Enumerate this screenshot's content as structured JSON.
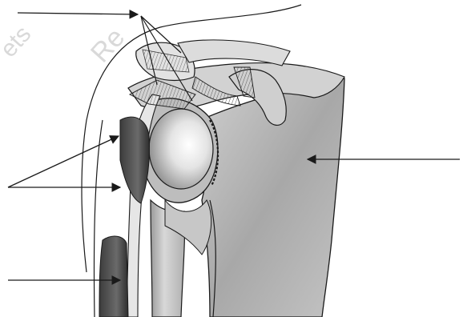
{
  "watermark": {
    "left_text": "ets",
    "right_text": "Re"
  },
  "labels": [
    {
      "id": "label-top",
      "text": ""
    },
    {
      "id": "label-right",
      "text": ""
    },
    {
      "id": "label-left-middle",
      "text": ""
    },
    {
      "id": "label-left-bottom",
      "text": ""
    }
  ],
  "colors": {
    "line": "#1a1a1a",
    "shade_dark": "#4a4a4a",
    "shade_mid": "#8c8c8c",
    "shade_light": "#c8c8c8",
    "background": "#ffffff",
    "watermark": "#d9d9d9"
  }
}
